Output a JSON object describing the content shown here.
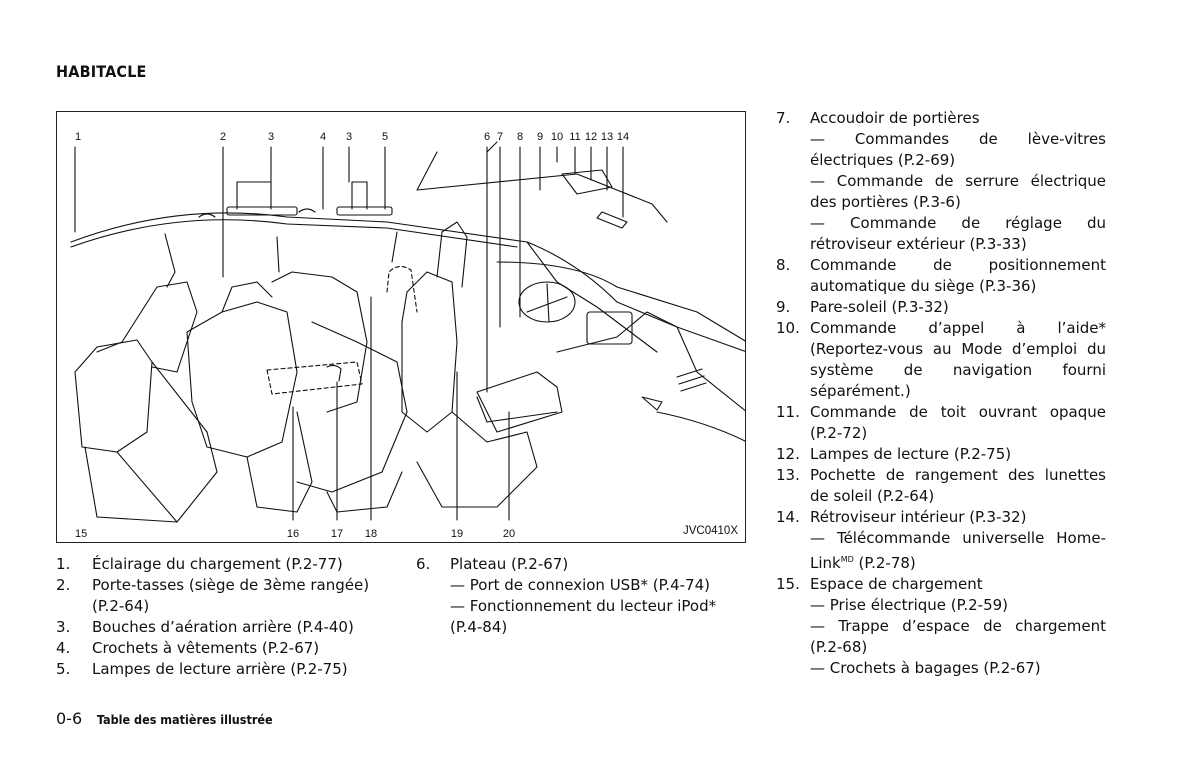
{
  "section_title": "HABITACLE",
  "figure": {
    "code": "JVC0410X",
    "callouts_top": [
      "1",
      "2",
      "3",
      "4",
      "3",
      "5",
      "6",
      "7",
      "8",
      "9",
      "10",
      "11",
      "12",
      "13",
      "14"
    ],
    "callouts_bottom": [
      "15",
      "16",
      "17",
      "18",
      "19",
      "20"
    ]
  },
  "col1": [
    {
      "num": "1.",
      "text": "Éclairage du chargement (P.2-77)"
    },
    {
      "num": "2.",
      "text": "Porte-tasses (siège de 3ème rangée) (P.2-64)"
    },
    {
      "num": "3.",
      "text": "Bouches d’aération arrière (P.4-40)"
    },
    {
      "num": "4.",
      "text": "Crochets à vêtements (P.2-67)"
    },
    {
      "num": "5.",
      "text": "Lampes de lecture arrière (P.2-75)"
    }
  ],
  "col2": {
    "item6_num": "6.",
    "item6_text": "Plateau (P.2-67)",
    "item6_sub1": "— Port de connexion USB* (P.4-74)",
    "item6_sub2": "— Fonctionnement du lecteur iPod* (P.4-84)"
  },
  "col3": {
    "i7_num": "7.",
    "i7_text": "Accoudoir de portières",
    "i7_sub1": "— Commandes de lève-vitres électriques (P.2-69)",
    "i7_sub2": "— Commande de serrure électrique des portières (P.3-6)",
    "i7_sub3": "— Commande de réglage du rétroviseur extérieur (P.3-33)",
    "i8_num": "8.",
    "i8_text": "Commande de positionnement automatique du siège (P.3-36)",
    "i9_num": "9.",
    "i9_text": "Pare-soleil (P.3-32)",
    "i10_num": "10.",
    "i10_text": "Commande d’appel à l’aide* (Reportez-vous au Mode d’emploi du système de navigation fourni séparément.)",
    "i11_num": "11.",
    "i11_text": "Commande de toit ouvrant opaque (P.2-72)",
    "i12_num": "12.",
    "i12_text": "Lampes de lecture (P.2-75)",
    "i13_num": "13.",
    "i13_text": "Pochette de rangement des lunettes de soleil (P.2-64)",
    "i14_num": "14.",
    "i14_text": "Rétroviseur intérieur (P.3-32)",
    "i14_sub1_a": "— Télécommande universelle Home-Link",
    "i14_sub1_sup": "MD",
    "i14_sub1_b": " (P.2-78)",
    "i15_num": "15.",
    "i15_text": "Espace de chargement",
    "i15_sub1": "— Prise électrique (P.2-59)",
    "i15_sub2": "— Trappe d’espace de chargement (P.2-68)",
    "i15_sub3": "— Crochets à bagages (P.2-67)"
  },
  "footer": {
    "page": "0-6",
    "title": "Table des matières illustrée"
  }
}
